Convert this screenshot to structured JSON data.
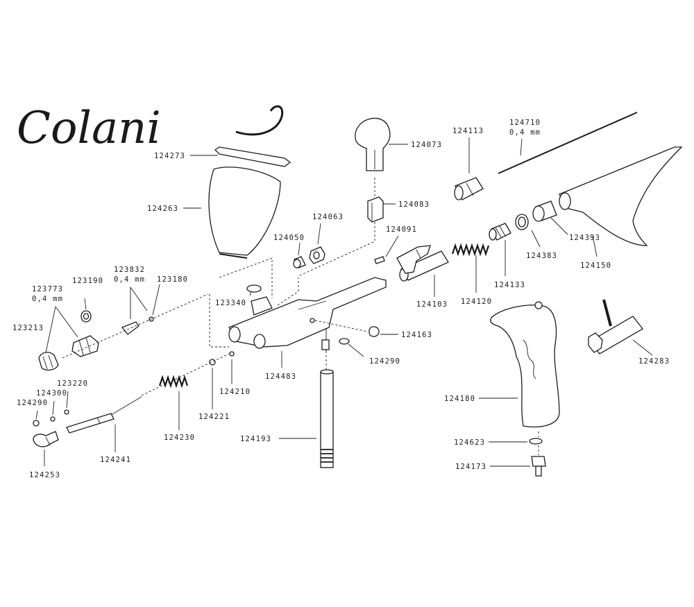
{
  "brand": {
    "logo_text": "Colani"
  },
  "parts": {
    "p124710": "124710",
    "p124710_size": "0,4 mm",
    "p124113": "124113",
    "p124073": "124073",
    "p124273": "124273",
    "p124263": "124263",
    "p124083": "124083",
    "p124063": "124063",
    "p124050": "124050",
    "p124091": "124091",
    "p124383": "124383",
    "p124393": "124393",
    "p124150": "124150",
    "p124133": "124133",
    "p124120": "124120",
    "p124103": "124103",
    "p123832": "123832",
    "p123832_size": "0,4 mm",
    "p123773": "123773",
    "p123773_size": "0,4 mm",
    "p123190": "123190",
    "p123180": "123180",
    "p123340": "123340",
    "p123213": "123213",
    "p124163": "124163",
    "p124290_a": "124290",
    "p124483": "124483",
    "p124210": "124210",
    "p124221": "124221",
    "p124230": "124230",
    "p123220": "123220",
    "p124300": "124300",
    "p124290_b": "124290",
    "p124253": "124253",
    "p124241": "124241",
    "p124193": "124193",
    "p124283": "124283",
    "p124180": "124180",
    "p124623": "124623",
    "p124173": "124173"
  }
}
